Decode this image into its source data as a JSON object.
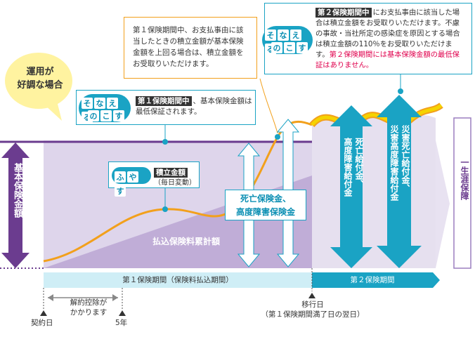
{
  "left_label": "基本保険金額",
  "right_label": "一生涯保障",
  "good_market": [
    "運用が",
    "好調な場合"
  ],
  "nokosu_badge": [
    "そ",
    "な",
    "え",
    "る",
    "の",
    "こ",
    "す"
  ],
  "fuyasu_badge": [
    "ふ",
    "や",
    "す"
  ],
  "callout_period1_guarantee": {
    "tag": "第１保険期間中",
    "text": "、基本保険金額は最低保証されます。"
  },
  "callout_accumulated": {
    "tag": "積立金額",
    "sub": "（毎日変動）"
  },
  "callout_top_middle": "第１保険期間中、お支払事由に該当したときの積立金額が基本保険金額を上回る場合は、積立金額をお受取りいただけます。",
  "callout_top_right": {
    "tag": "第２保険期間中",
    "text1": "にお支払事由に該当した場合は積立金額をお受取りいただけます。不慮の事故・当社所定の感染症を原因とする場合は積立金額の110％をお受取りいただけます。",
    "text_red": "第２保険期間には基本保険金額の最低保証はありません。"
  },
  "premium_label": "払込保険料累計額",
  "death_benefit_label": [
    "死亡保険金、",
    "高度障害保険金"
  ],
  "arrow_label_left": [
    "死亡給付金、",
    "高度障害給付金"
  ],
  "arrow_label_right": [
    "災害死亡給付金、",
    "災害高度障害給付金"
  ],
  "period1_label": "第１保険期間（保険料払込期間）",
  "period2_label": "第２保険期間",
  "contract_day": "契約日",
  "cancel_deduction": [
    "解約控除が",
    "かかります"
  ],
  "five_years": "5年",
  "transfer_day": [
    "移行日",
    "（第１保険期間満了日の翌日）"
  ],
  "colors": {
    "purple": "#6b3c8f",
    "purple_light": "#d9cfe8",
    "purple_mid": "#9b7fbf",
    "teal": "#1aa3c4",
    "teal_light": "#cfeef6",
    "orange": "#f2a01c",
    "yellow": "#f5d300"
  }
}
